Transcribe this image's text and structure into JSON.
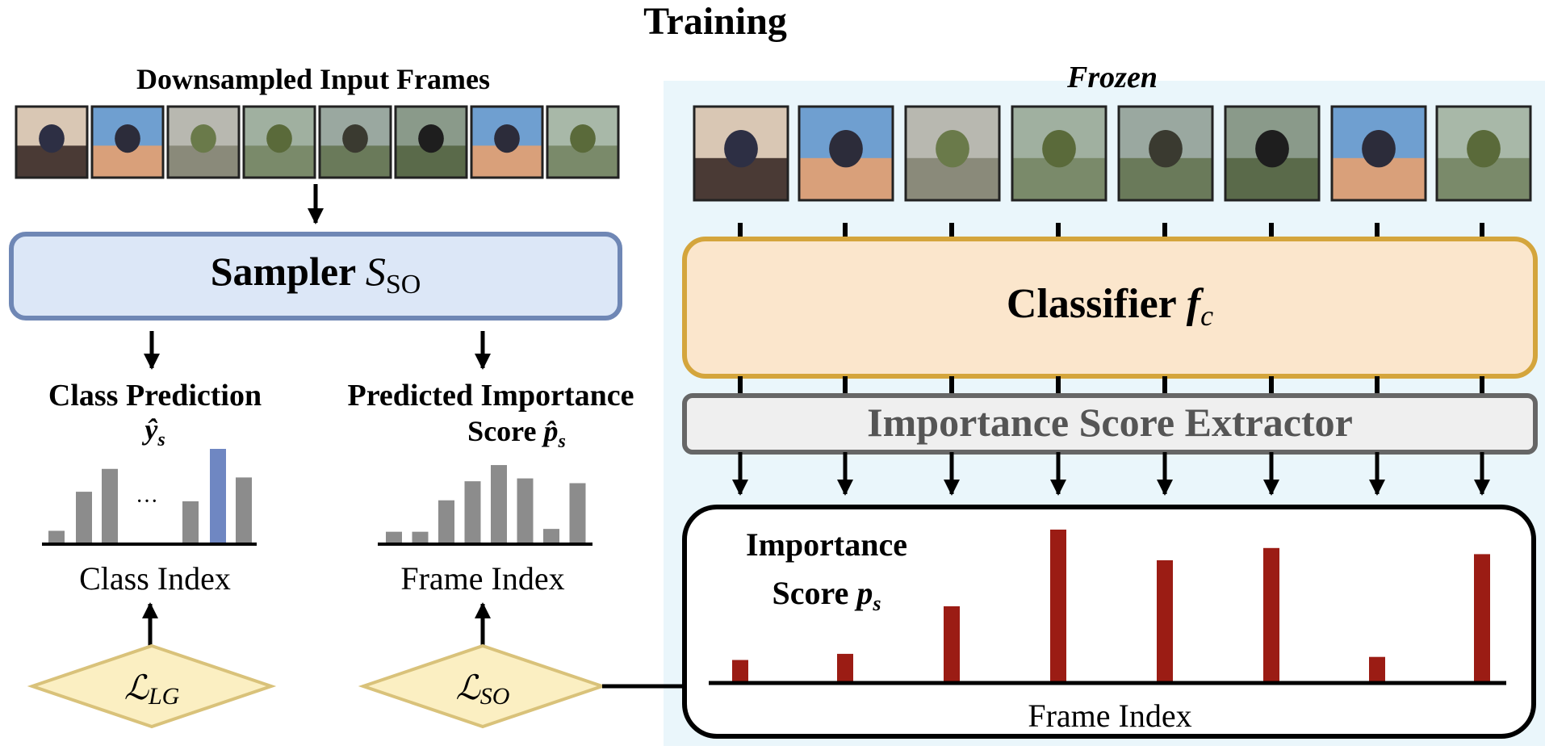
{
  "title": "Training",
  "left": {
    "input_label": "Downsampled Input Frames",
    "sampler": {
      "label": "Sampler ",
      "symbol": "S",
      "subscript": "SO"
    },
    "class_prediction": {
      "label": "Class Prediction",
      "symbol": "ŷ",
      "subscript": "s",
      "axis_label": "Class Index",
      "ellipsis": "···",
      "bars": [
        0.14,
        0.55,
        0.79,
        0.45,
        1.0,
        0.7
      ],
      "highlight_index": 4
    },
    "predicted_importance": {
      "label_line1": "Predicted Importance",
      "label_line2": "Score ",
      "symbol": "p̂",
      "subscript": "s",
      "axis_label": "Frame Index",
      "bars": [
        0.13,
        0.13,
        0.46,
        0.66,
        0.83,
        0.69,
        0.16,
        0.64
      ]
    },
    "loss_lg": {
      "symbol": "ℒ",
      "subscript": "LG"
    },
    "loss_so": {
      "symbol": "ℒ",
      "subscript": "SO"
    }
  },
  "right": {
    "frozen_label": "Frozen",
    "classifier": {
      "label": "Classifier ",
      "symbol": "f",
      "subscript": "c"
    },
    "extractor": {
      "label": "Importance Score Extractor"
    },
    "importance": {
      "label_line1": "Importance",
      "label_line2": "Score ",
      "symbol": "p",
      "subscript": "s",
      "axis_label": "Frame Index",
      "bars": [
        0.15,
        0.19,
        0.5,
        1.0,
        0.8,
        0.88,
        0.17,
        0.84
      ]
    }
  },
  "frame_count": 8,
  "colors": {
    "frozen_bg": "#eaf6fb",
    "sampler_fill": "#dce7f7",
    "sampler_stroke": "#6f87b5",
    "classifier_fill": "#fbe6cc",
    "classifier_stroke": "#d4a53c",
    "extractor_fill": "#efefef",
    "extractor_stroke": "#666666",
    "loss_fill": "#fbefc2",
    "loss_stroke": "#d9c27a",
    "gray_bar": "#8c8c8c",
    "highlight_bar": "#6f87c2",
    "red_bar": "#9b1c14"
  }
}
